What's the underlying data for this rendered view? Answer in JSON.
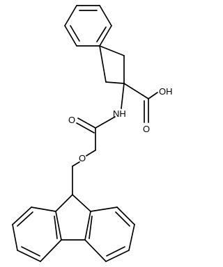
{
  "diagram": {
    "type": "chemical-structure",
    "labels": {
      "oh": "OH",
      "nh": "NH",
      "o_carboxyl": "O",
      "o_carbamate_carbonyl": "O",
      "o_carbamate_ester": "O"
    },
    "colors": {
      "bond": "#000000",
      "text": "#000000",
      "background": "#ffffff"
    }
  }
}
